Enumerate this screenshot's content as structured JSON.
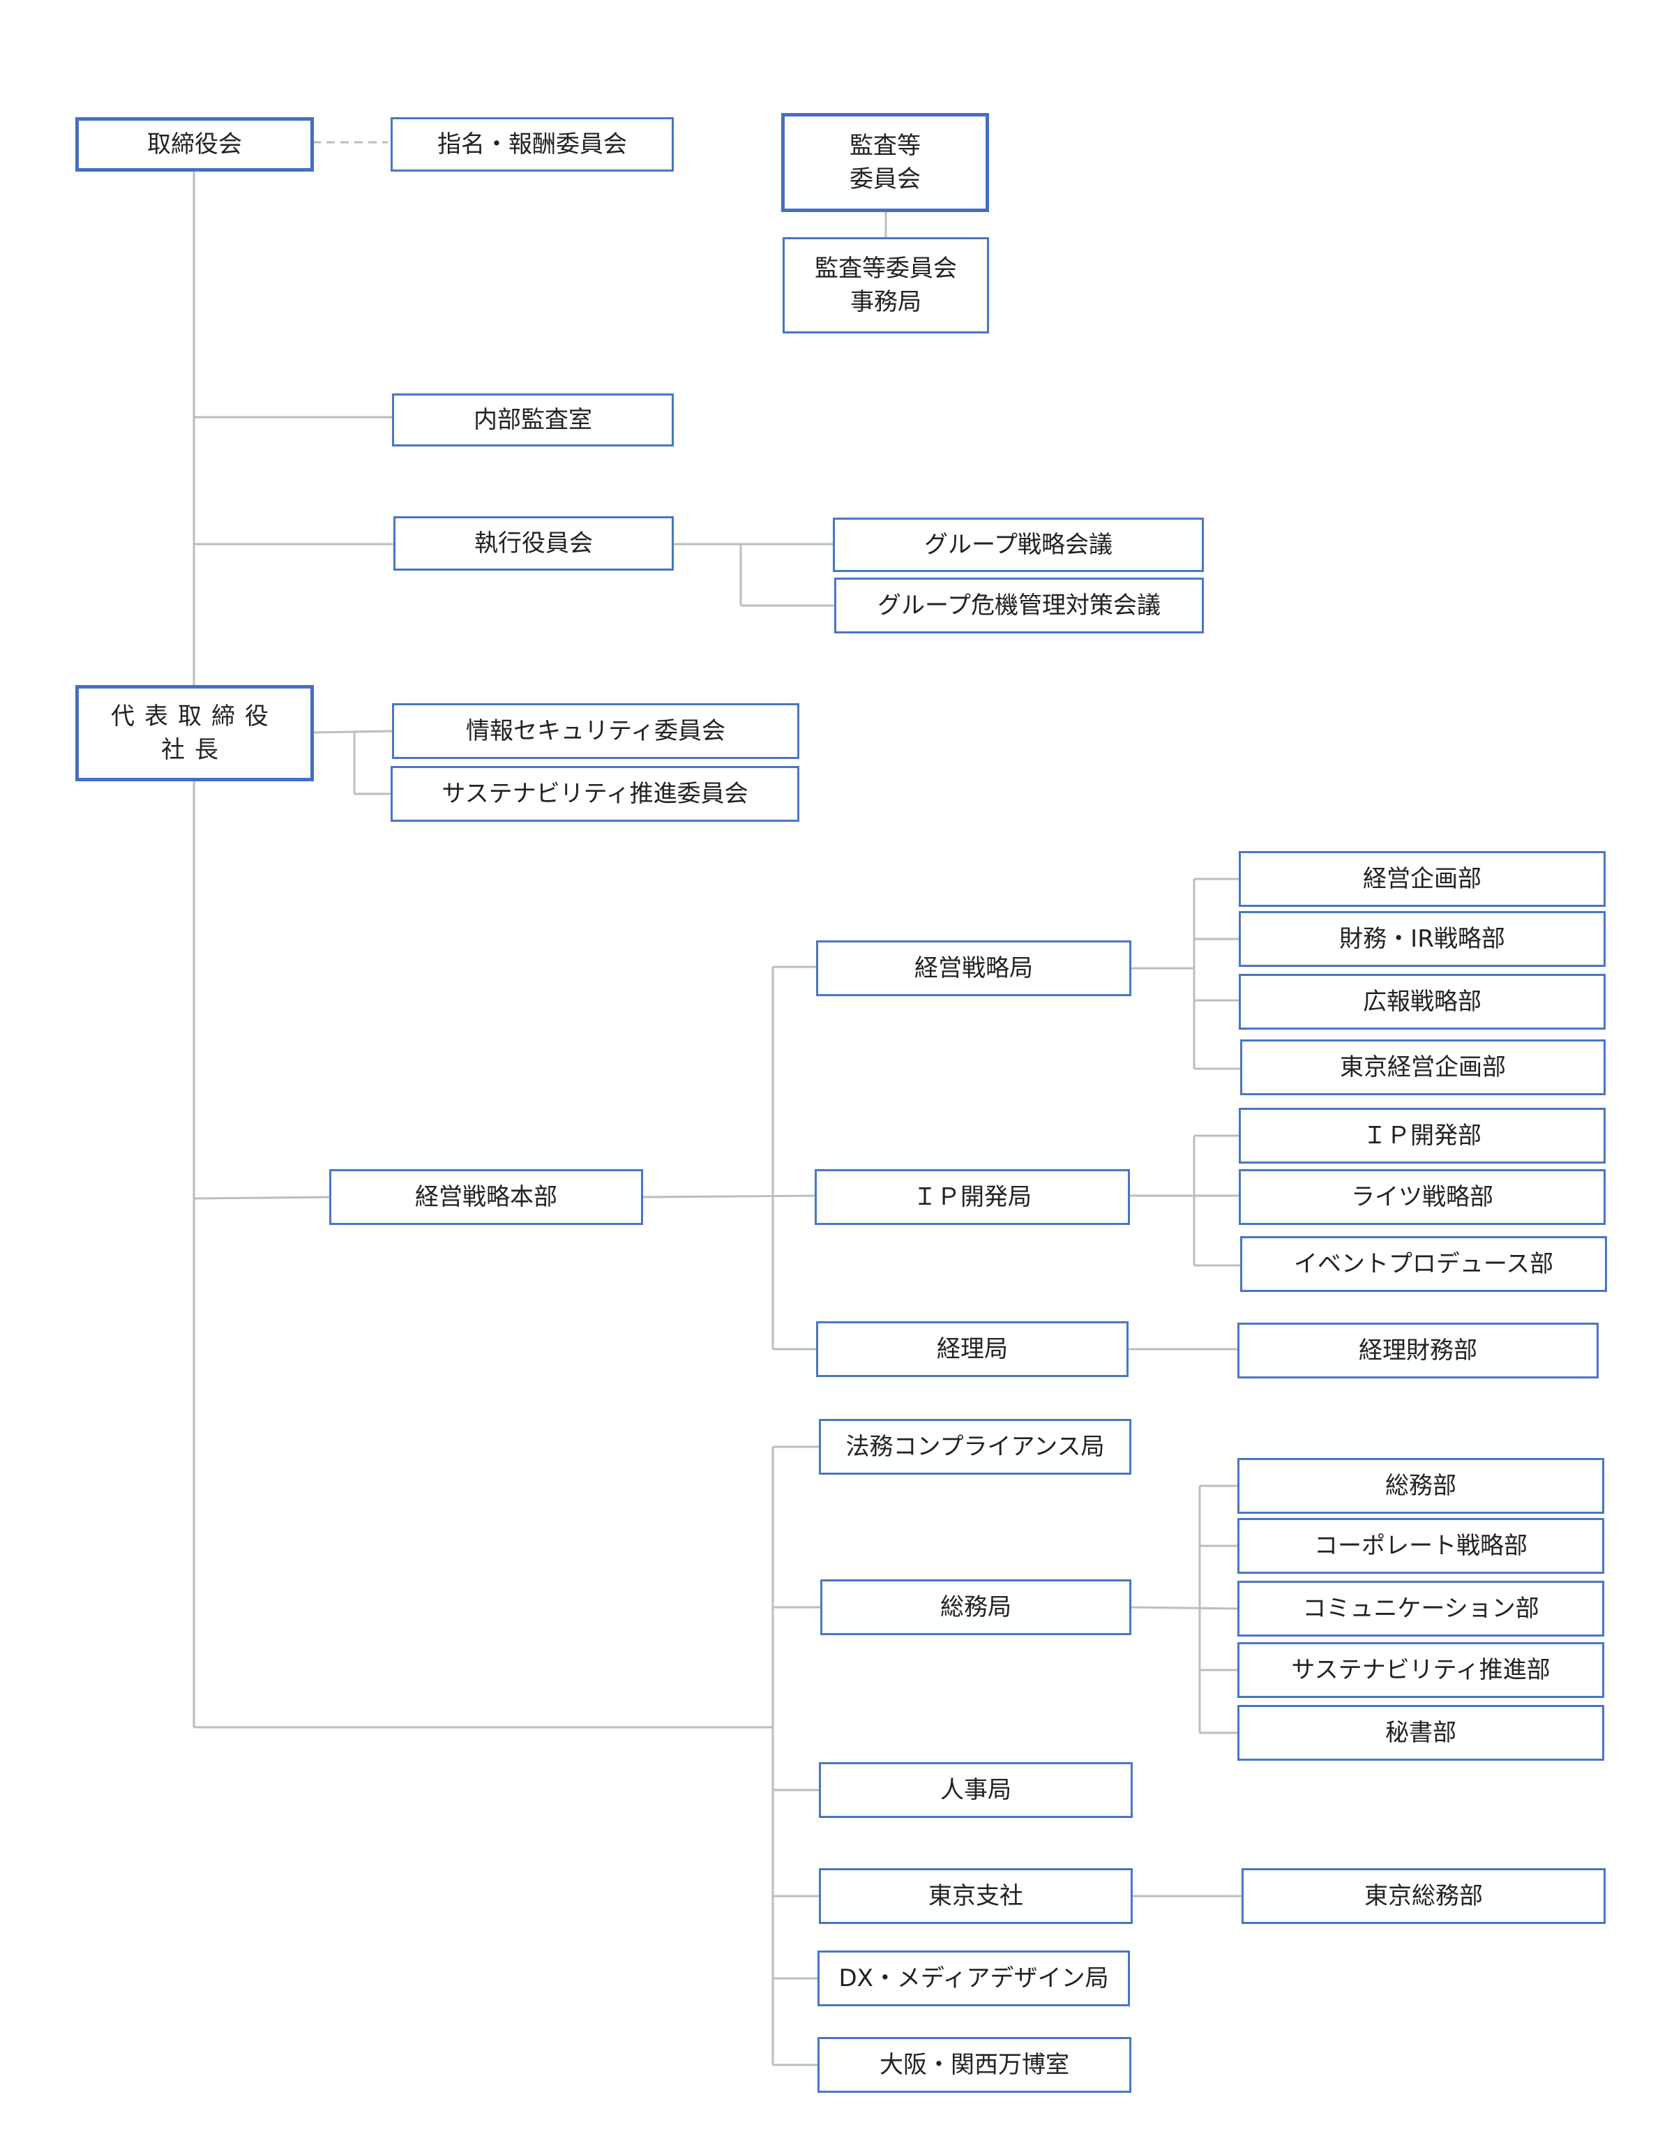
{
  "boxes": {
    "board": "取締役会",
    "nomination": "指名・報酬委員会",
    "audit_committee": "監査等\n委員会",
    "audit_office": "監査等委員会\n事務局",
    "internal_audit": "内部監査室",
    "executive_committee": "執行役員会",
    "group_strategy": "グループ戦略会議",
    "group_crisis": "グループ危機管理対策会議",
    "president": "代表取締役\n社長",
    "infosec": "情報セキュリティ委員会",
    "sustainability_committee": "サステナビリティ推進委員会",
    "mgmt_hq": "経営戦略本部",
    "mgmt_strategy_bureau": "経営戦略局",
    "corporate_planning": "経営企画部",
    "finance_ir": "財務・IR戦略部",
    "pr_strategy": "広報戦略部",
    "tokyo_planning": "東京経営企画部",
    "ip_bureau": "ＩＰ開発局",
    "ip_dept": "ＩＰ開発部",
    "rights_strategy": "ライツ戦略部",
    "event_produce": "イベントプロデュース部",
    "accounting_bureau": "経理局",
    "accounting_finance": "経理財務部",
    "legal_compliance": "法務コンプライアンス局",
    "general_affairs_bureau": "総務局",
    "general_affairs": "総務部",
    "corporate_strategy": "コーポレート戦略部",
    "communication": "コミュニケーション部",
    "sustainability_dept": "サステナビリティ推進部",
    "secretary": "秘書部",
    "hr_bureau": "人事局",
    "tokyo_branch": "東京支社",
    "tokyo_general": "東京総務部",
    "dx_media": "DX・メディアデザイン局",
    "osaka_expo": "大阪・関西万博室"
  },
  "colors": {
    "box_border": "#4a76c4",
    "connector": "#bdbdbd",
    "text": "#222222"
  }
}
